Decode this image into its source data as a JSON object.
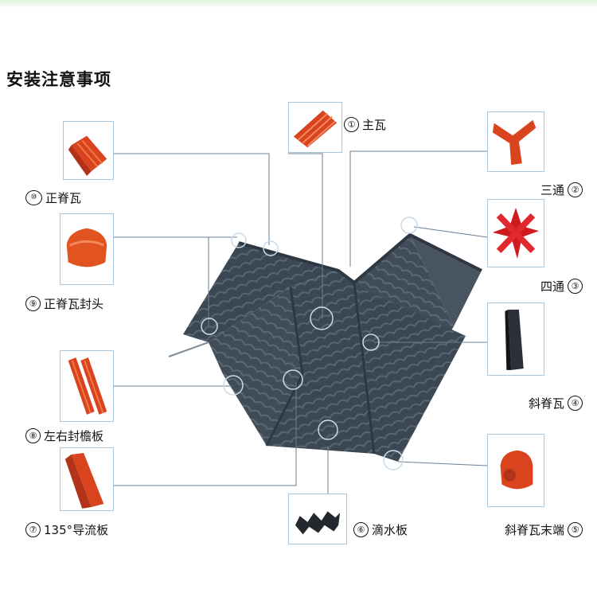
{
  "title": "安装注意事项",
  "colors": {
    "roof": "#3b4752",
    "tile_red": "#d9441e",
    "line": "#6a7f93",
    "box": "#aac6dc"
  },
  "parts": [
    {
      "num": "①",
      "name": "主瓦",
      "icon": "main-tile-icon"
    },
    {
      "num": "②",
      "name": "三通",
      "icon": "three-way-ridge-icon"
    },
    {
      "num": "③",
      "name": "四通",
      "icon": "four-way-ridge-icon"
    },
    {
      "num": "④",
      "name": "斜脊瓦",
      "icon": "hip-ridge-tile-icon"
    },
    {
      "num": "⑤",
      "name": "斜脊瓦末端",
      "icon": "hip-ridge-end-icon"
    },
    {
      "num": "⑥",
      "name": "滴水板",
      "icon": "drip-board-icon"
    },
    {
      "num": "⑦",
      "name": "135°导流板",
      "icon": "deflector-plate-icon"
    },
    {
      "num": "⑧",
      "name": "左右封檐板",
      "icon": "eave-board-icon"
    },
    {
      "num": "⑨",
      "name": "正脊瓦封头",
      "icon": "ridge-cap-end-icon"
    },
    {
      "num": "⑩",
      "name": "正脊瓦",
      "icon": "ridge-tile-icon"
    }
  ]
}
